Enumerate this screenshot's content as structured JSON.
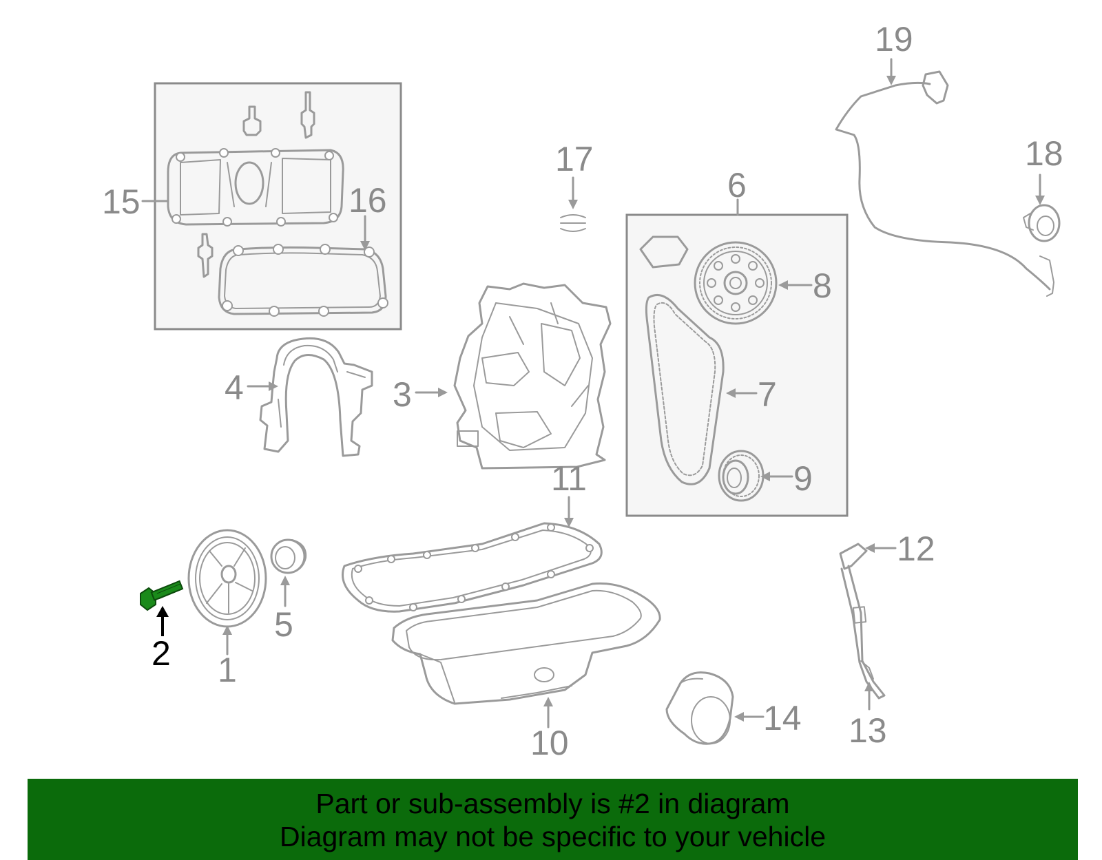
{
  "callouts": {
    "c1": "1",
    "c2": "2",
    "c3": "3",
    "c4": "4",
    "c5": "5",
    "c6": "6",
    "c7": "7",
    "c8": "8",
    "c9": "9",
    "c10": "10",
    "c11": "11",
    "c12": "12",
    "c13": "13",
    "c14": "14",
    "c15": "15",
    "c16": "16",
    "c17": "17",
    "c18": "18",
    "c19": "19"
  },
  "highlighted_part": "2",
  "colors": {
    "highlight_part": "#1a8a1a",
    "banner_bg": "#0b6b0b",
    "line_gray": "#9a9a9a",
    "label_gray": "#8a8a8a"
  },
  "banner": {
    "line1": "Part or sub-assembly is #2 in diagram",
    "line2": "Diagram may not be specific to your vehicle"
  }
}
